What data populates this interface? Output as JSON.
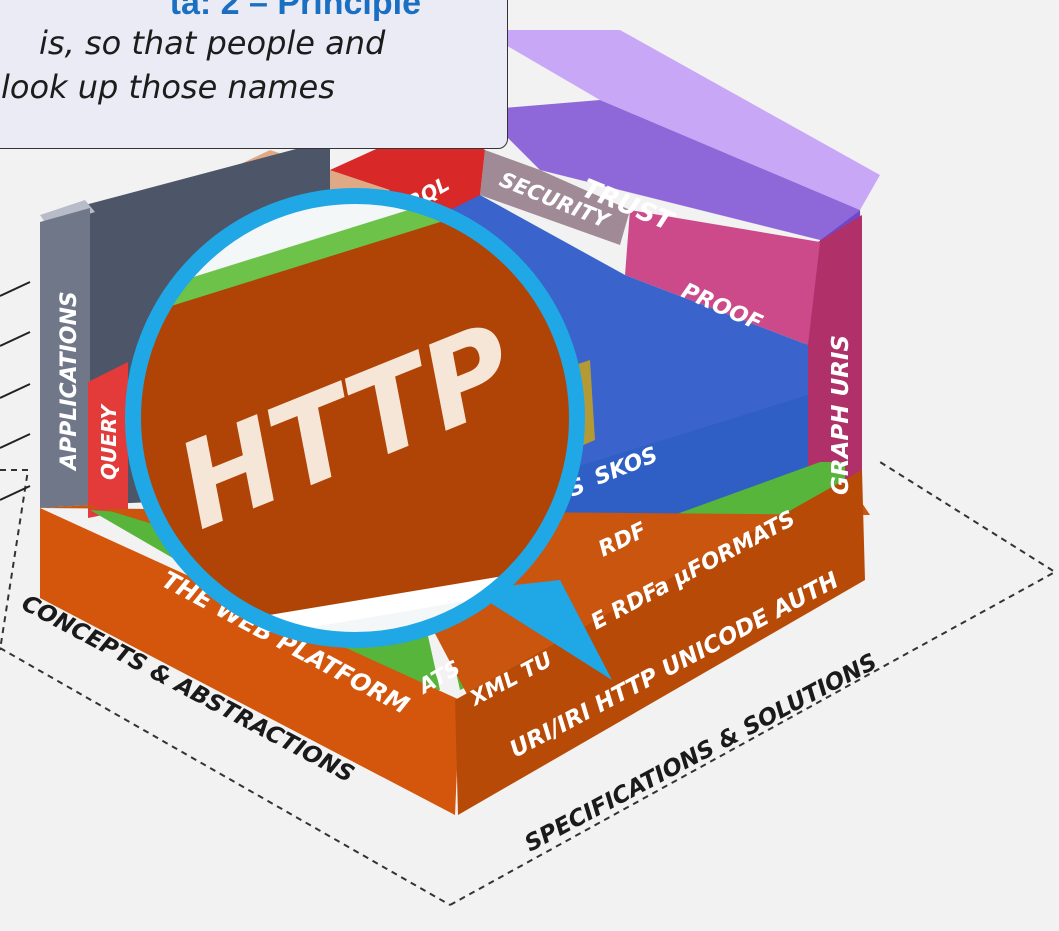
{
  "callout": {
    "heading": "ta: 2 – Principle",
    "line1": "is, so that people and",
    "line2": "look up those names"
  },
  "diagram": {
    "left_axis_label": "CONCEPTS & ABSTRACTIONS",
    "right_axis_label": "SPECIFICATIONS & SOLUTIONS",
    "layers": {
      "trust": "TRUST",
      "security": "SECURITY",
      "sparql": "SPARQL",
      "proof": "PROOF",
      "graph_uris": "GRAPH URIS",
      "applications": "APPLICATIONS",
      "query": "QUERY",
      "skos": "SKOS",
      "skos_prefix": "S",
      "rdf": "RDF",
      "rdfa_uformats": "E RDFa µFORMATS",
      "xml": "XML TU",
      "uri_http_unicode_auth": "URI/IRI HTTP UNICODE AUTH",
      "web_platform": "THE WEB PLATFORM",
      "formats_fragment": "ATS"
    },
    "magnifier_text": "HTTP"
  },
  "colors": {
    "orange": "#c9550e",
    "green": "#5cb83a",
    "blue": "#2f5fc4",
    "purple": "#b48be8",
    "red": "#d93030",
    "slate": "#5a6478",
    "pink": "#c9407a",
    "magnifier_ring": "#1fa7e6"
  }
}
